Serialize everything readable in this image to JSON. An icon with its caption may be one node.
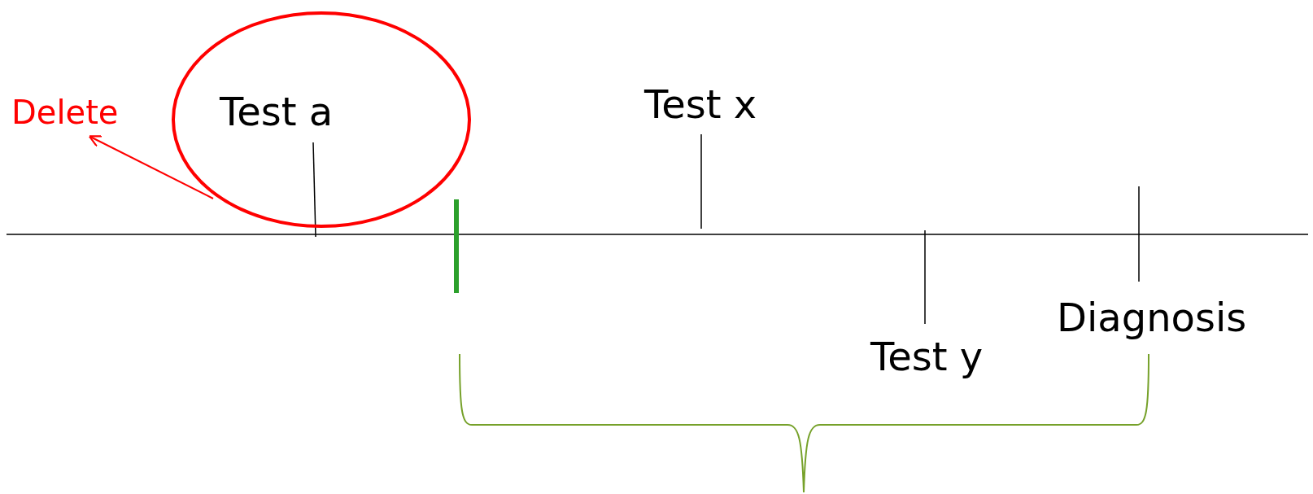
{
  "diagram": {
    "nodes": [
      {
        "text": [
          "Delete"
        ]
      },
      {
        "text": [
          "Test a"
        ]
      }
    ],
    "edges": [
      {
        "from": 1,
        "to": 0,
        "arrow": "to",
        "color": "#ff0000"
      }
    ],
    "labels": [
      "Test x",
      "Diagnosis",
      "Test y"
    ]
  }
}
